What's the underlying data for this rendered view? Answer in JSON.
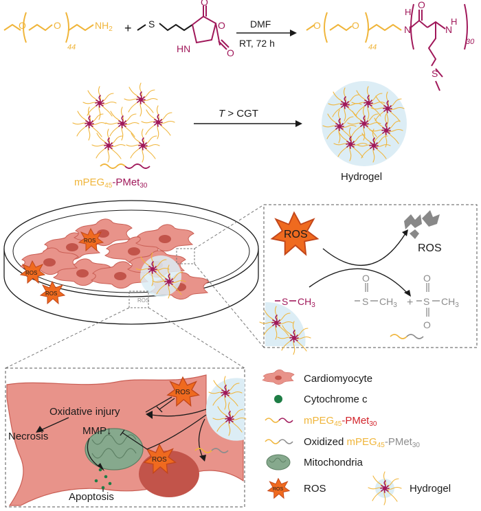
{
  "colors": {
    "peg": "#f0b53a",
    "pmet": "#a0185a",
    "gray": "#8c8c8c",
    "ros": "#ef6a1f",
    "ros_dark": "#c2461a",
    "cell": "#e8938a",
    "cell_dark": "#c95e54",
    "nucleus": "#c2544a",
    "mito": "#86a98d",
    "cytc": "#1e7d45",
    "hydrogel_bg": "#dcedf5",
    "text": "#1a1a1a",
    "accent_red": "#d2232a"
  },
  "reaction": {
    "reagent_plus": "+",
    "peg_index": "44",
    "nh2": "NH",
    "nh2_sub": "2",
    "nca_hn": "HN",
    "nca_o1": "O",
    "nca_o2": "O",
    "nca_o3": "O",
    "nca_s": "S",
    "cond_top": "DMF",
    "cond_bottom": "RT,  72 h",
    "product_o": "O",
    "product_o2": "O",
    "product_peg_index": "44",
    "product_nh": "H",
    "product_n": "N",
    "product_n2": "N",
    "product_h2": "H",
    "product_index": "30",
    "product_s": "S"
  },
  "gelation": {
    "arrow_label_t": "T",
    "arrow_label_rest": " > CGT",
    "polymer_label_a": "mPEG",
    "polymer_label_a_sub": "45",
    "polymer_label_dash": "-",
    "polymer_label_b": "PMet",
    "polymer_label_b_sub": "30",
    "hydrogel_label": "Hydrogel"
  },
  "dish": {
    "ros_label": "ROS"
  },
  "scavenge": {
    "ros_big": "ROS",
    "ros_out": "ROS",
    "thioether": "S",
    "ch3": "CH",
    "ch3_sub": "3",
    "sulfoxide_s": "S",
    "sulfoxide_o": "O",
    "sulfoxide_ch3": "CH",
    "sulfoxide_ch3_sub": "3",
    "plus": "+",
    "sulfone_s": "S",
    "sulfone_o1": "O",
    "sulfone_o2": "O",
    "sulfone_ch3": "CH",
    "sulfone_ch3_sub": "3",
    "dash": "—"
  },
  "mechanism": {
    "oxidative": "Oxidative injury",
    "necrosis": "Necrosis",
    "mmp": "MMP",
    "mmp_arrow": "↓",
    "apoptosis": "Apoptosis",
    "ros": "ROS"
  },
  "legend": {
    "cardiomyocyte": "Cardiomyocyte",
    "cytochrome": "Cytochrome c",
    "polymer_a": "mPEG",
    "polymer_a_sub": "45",
    "polymer_dash": "-",
    "polymer_b": "PMet",
    "polymer_b_sub": "30",
    "oxidized_prefix": "Oxidized ",
    "oxidized_a": "mPEG",
    "oxidized_a_sub": "45",
    "oxidized_dash": "-",
    "oxidized_b": "PMet",
    "oxidized_b_sub": "30",
    "mito": "Mitochondria",
    "ros": "ROS",
    "hydrogel": "Hydrogel"
  }
}
